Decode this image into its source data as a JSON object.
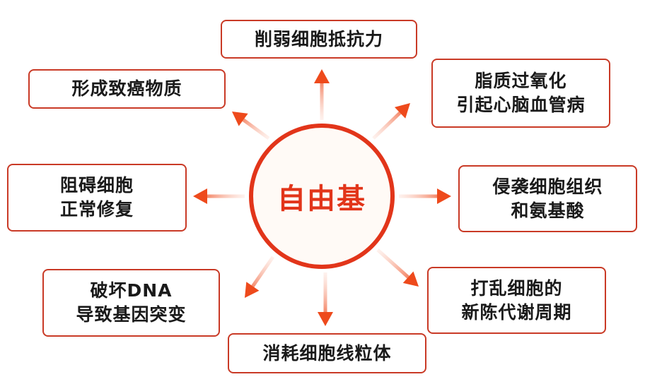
{
  "center": {
    "label": "自由基"
  },
  "colors": {
    "accent": "#e2351a",
    "border": "#c93a26",
    "arrow_start": "#fbd3c6",
    "arrow_end": "#ee4a1c"
  },
  "effects": [
    {
      "id": "weaken-resistance",
      "lines": [
        "削弱细胞抵抗力"
      ]
    },
    {
      "id": "carcinogen",
      "lines": [
        "形成致癌物质"
      ]
    },
    {
      "id": "lipid-peroxidation",
      "lines": [
        "脂质过氧化",
        "引起心脑血管病"
      ]
    },
    {
      "id": "block-repair",
      "lines": [
        "阻碍细胞",
        "正常修复"
      ]
    },
    {
      "id": "invade-tissue",
      "lines": [
        "侵袭细胞组织",
        "和氨基酸"
      ]
    },
    {
      "id": "dna-damage",
      "lines": [
        "破坏DNA",
        "导致基因突变"
      ]
    },
    {
      "id": "disrupt-metabolism",
      "lines": [
        "打乱细胞的",
        "新陈代谢周期"
      ]
    },
    {
      "id": "consume-mitochondria",
      "lines": [
        "消耗细胞线粒体"
      ]
    }
  ]
}
